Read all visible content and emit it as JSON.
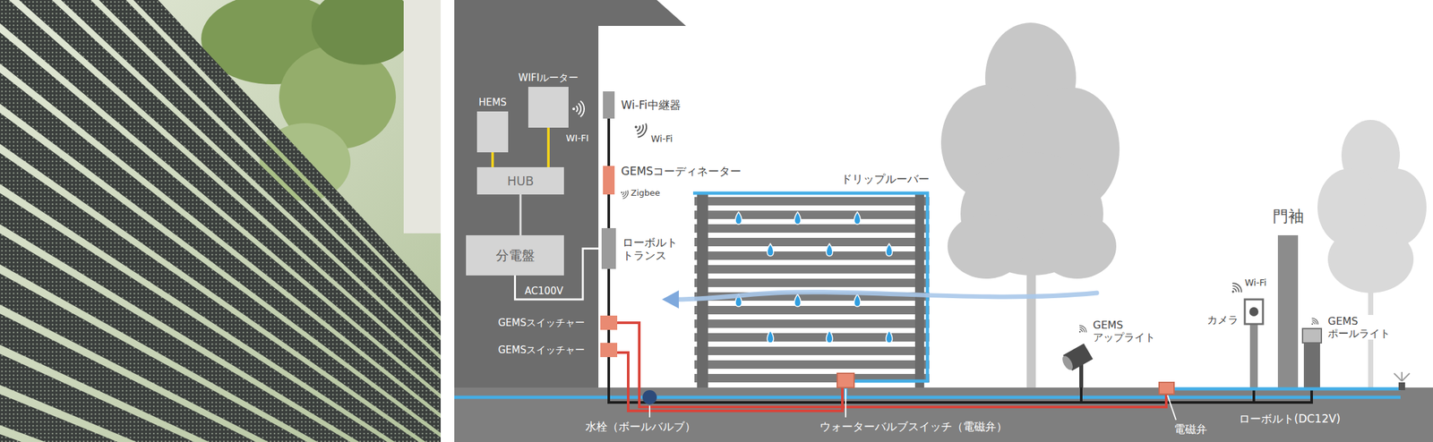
{
  "diagram": {
    "nodes": [
      {
        "text": [
          "HEMS"
        ]
      },
      {
        "text": [
          "WIFIルーター"
        ]
      },
      {
        "text": [
          "HUB"
        ]
      },
      {
        "text": [
          "分電盤"
        ]
      },
      {
        "text": [
          "Wi-Fi中継器"
        ]
      },
      {
        "text": [
          "GEMSコーディネーター"
        ]
      },
      {
        "text": [
          "ローボルト トランス"
        ]
      },
      {
        "text": [
          "GEMSスイッチャー"
        ]
      },
      {
        "text": [
          "GEMSスイッチャー"
        ]
      }
    ],
    "edges": [
      {
        "from": 0,
        "to": 2,
        "arrow": "none"
      },
      {
        "from": 1,
        "to": 2,
        "arrow": "none"
      },
      {
        "from": 2,
        "to": 3,
        "arrow": "none"
      },
      {
        "from": 3,
        "to": 6,
        "label": "AC100V",
        "arrow": "none"
      },
      {
        "from": 4,
        "to": 5,
        "arrow": "none"
      },
      {
        "from": 5,
        "to": 6,
        "arrow": "none"
      },
      {
        "from": 6,
        "to": 7,
        "arrow": "none"
      },
      {
        "from": 7,
        "to": 8,
        "arrow": "none"
      }
    ],
    "labels": [
      "WI-FI",
      "Wi-Fi",
      "Zigbee",
      "ドリップルーバー",
      "GEMS アップライト",
      "門袖",
      "Wi-Fi",
      "カメラ",
      "GEMS ポールライト",
      "水栓（ボールバルブ）",
      "ウォーターバルブスイッチ（電磁弁）",
      "電磁弁",
      "ローボルト(DC12V)"
    ]
  }
}
